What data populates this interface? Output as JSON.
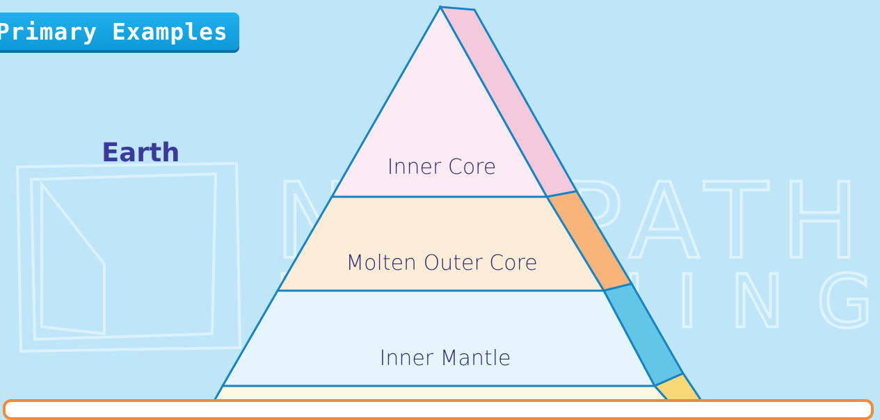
{
  "header": {
    "title": "Primary Examples"
  },
  "diagram": {
    "subject": "Earth",
    "layers": [
      {
        "label": "Inner Core",
        "fill": "#fdebf3",
        "side": "#f4c9dc"
      },
      {
        "label": "Molten Outer Core",
        "fill": "#fdecd6",
        "side": "#f8b47a"
      },
      {
        "label": "Inner Mantle",
        "fill": "#e6f5fc",
        "side": "#63c6e6"
      },
      {
        "label": "",
        "fill": "#fdf7df",
        "side": "#f9d877"
      }
    ]
  },
  "watermark": {
    "line1": "NEWPATH",
    "line2": "LEARNING"
  },
  "colors": {
    "background": "#bfe6f8",
    "outline": "#1583c4",
    "title_bg": "#1aa7e8",
    "bottom_border": "#f08a3c"
  }
}
